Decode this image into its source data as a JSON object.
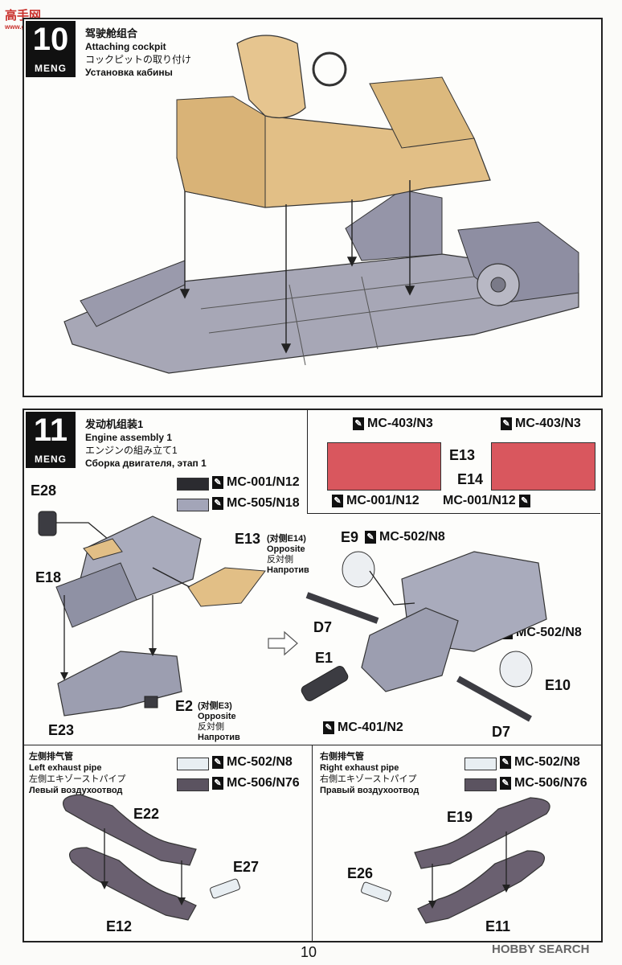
{
  "watermark": {
    "logo": "高手网",
    "site": "www.gaoshou.net"
  },
  "step10": {
    "number": "10",
    "brand": "MENG",
    "title_cn": "驾驶舱组合",
    "title_en": "Attaching cockpit",
    "title_jp": "コックピットの取り付け",
    "title_ru": "Установка кабины"
  },
  "step11": {
    "number": "11",
    "brand": "MENG",
    "title_cn": "发动机组装1",
    "title_en": "Engine assembly 1",
    "title_jp": "エンジンの組み立て1",
    "title_ru": "Сборка двигателя, этап 1",
    "paints": [
      {
        "code": "MC-001/N12",
        "color": "#2b2b30"
      },
      {
        "code": "MC-505/N18",
        "color": "#a3a5b8"
      }
    ],
    "inset_left": {
      "paint_top": "MC-403/N3",
      "part": "E13",
      "paint_bottom": "MC-001/N12"
    },
    "inset_right": {
      "paint_top": "MC-403/N3",
      "part": "E14",
      "paint_bottom": "MC-001/N12"
    },
    "parts": {
      "e28": "E28",
      "e18": "E18",
      "e23": "E23",
      "e2": "E2",
      "e13": "E13",
      "e9": "E9",
      "e10": "E10",
      "e1": "E1",
      "d7a": "D7",
      "d7b": "D7"
    },
    "e13_note": {
      "cn": "(对侧E14)",
      "en": "Opposite",
      "jp": "反対側",
      "ru": "Напротив"
    },
    "e2_note": {
      "cn": "(对侧E3)",
      "en": "Opposite",
      "jp": "反対側",
      "ru": "Напротив"
    },
    "e9_paint": "MC-502/N8",
    "e10_paint": "MC-502/N8",
    "e1_paint": "MC-401/N2"
  },
  "exhaust_left": {
    "title_cn": "左侧排气管",
    "title_en": "Left exhaust pipe",
    "title_jp": "左側エキゾーストパイプ",
    "title_ru": "Левый воздухоотвод",
    "paints": [
      {
        "code": "MC-502/N8",
        "color": "#e8eef2"
      },
      {
        "code": "MC-506/N76",
        "color": "#5b5360"
      }
    ],
    "parts": {
      "a": "E22",
      "b": "E27",
      "c": "E12"
    }
  },
  "exhaust_right": {
    "title_cn": "右侧排气管",
    "title_en": "Right exhaust pipe",
    "title_jp": "右側エキゾーストパイプ",
    "title_ru": "Правый воздухоотвод",
    "paints": [
      {
        "code": "MC-502/N8",
        "color": "#e8eef2"
      },
      {
        "code": "MC-506/N76",
        "color": "#5b5360"
      }
    ],
    "parts": {
      "a": "E19",
      "b": "E26",
      "c": "E11"
    }
  },
  "page_number": "10",
  "footer_brand": "HOBBY SEARCH",
  "colors": {
    "cockpit": "#e2bf86",
    "chassis": "#a7a7b6",
    "dark_part": "#4a4a50",
    "red_inset": "#d9575e",
    "exhaust": "#6a6070"
  }
}
